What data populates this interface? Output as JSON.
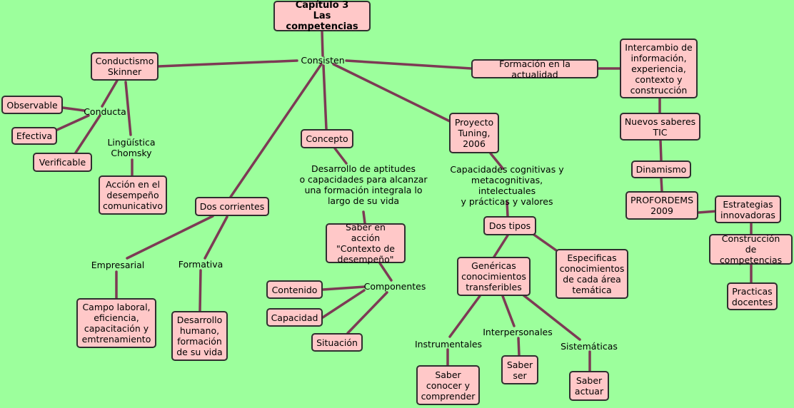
{
  "colors": {
    "background": "#9cff9c",
    "node_fill": "#ffc8c8",
    "node_border": "#2f2f2f",
    "link": "#7d3a55"
  },
  "nodes": {
    "title": "Capítulo 3\nLas competencias",
    "consisten": "Consisten",
    "conductismo": "Conductismo\nSkinner",
    "observable": "Observable",
    "conducta": "Conducta",
    "efectiva": "Efectiva",
    "verificable": "Verificable",
    "linguistica": "Lingüística\nChomsky",
    "accion": "Acción en el\ndesempeño\ncomunicativo",
    "dos_corrientes": "Dos corrientes",
    "empresarial": "Empresarial",
    "formativa": "Formativa",
    "campo_laboral": "Campo laboral,\neficiencia,\ncapacitación y\nemtrenamiento",
    "desarrollo_humano": "Desarrollo\nhumano,\nformación\nde su vida",
    "concepto": "Concepto",
    "desarrollo_aptitudes": "Desarrollo de aptitudes\no capacidades para alcanzar\nuna formación integrala lo\nlargo de su vida",
    "saber_accion": "Saber en acción\n\"Contexto de\ndesempeño\"",
    "componentes": "Componentes",
    "contenido": "Contenido",
    "capacidad": "Capacidad",
    "situacion": "Situación",
    "tuning": "Proyecto\nTuning,\n2006",
    "capacidades_cognitivas": "Capacidades cognitivas y\nmetacognitivas, intelectuales\ny prácticas y valores",
    "dos_tipos": "Dos tipos",
    "genericas": "Genéricas\nconocimientos\ntransferibles",
    "especificas": "Especificas\nconocimientos\nde cada área\ntemática",
    "instrumentales": "Instrumentales",
    "interpersonales": "Interpersonales",
    "sistematicas": "Sistemáticas",
    "saber_conocer": "Saber\nconocer y\ncomprender",
    "saber_ser": "Saber\nser",
    "saber_actuar": "Saber\nactuar",
    "formacion_actualidad": "Formación en la actualidad",
    "intercambio": "Intercambio de\ninformación,\nexperiencia,\ncontexto y\nconstrucción",
    "nuevos_saberes": "Nuevos saberes\nTIC",
    "dinamismo": "Dinamismo",
    "profordems": "PROFORDEMS\n2009",
    "estrategias": "Estrategias\ninnovadoras",
    "construccion": "Construcción\nde competencias",
    "practicas": "Practicas\ndocentes"
  }
}
